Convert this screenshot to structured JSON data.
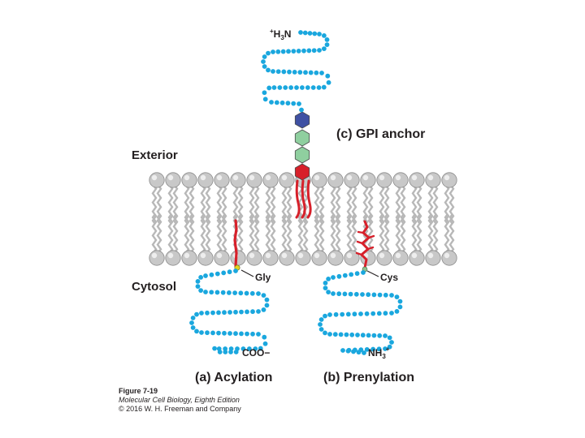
{
  "labels": {
    "exterior": "Exterior",
    "cytosol": "Cytosol",
    "gpi_anchor": "(c) GPI anchor",
    "acylation": "(a) Acylation",
    "prenylation": "(b) Prenylation",
    "gly": "Gly",
    "cys": "Cys",
    "n_terminus_top": {
      "main": "H",
      "sub": "3",
      "tail": "N",
      "sup": "+"
    },
    "c_terminus": "COO−",
    "n_terminus_bottom": {
      "main": "NH",
      "sub": "3",
      "sup": "+"
    }
  },
  "caption": {
    "figure": "Figure 7-19",
    "book": "Molecular Cell Biology, Eighth Edition",
    "copyright": "© 2016 W. H. Freeman and Company"
  },
  "colors": {
    "peptide_bead": "#1aa7de",
    "lipid_anchor": "#d7202a",
    "head_group": "#c8c8c8",
    "fatty_tail": "#b8b8b8",
    "gpi_blue_hexagon": "#3f51a3",
    "gpi_green_hexagon": "#8fcf9f",
    "gpi_red_hexagon": "#d7202a",
    "linkage_point": "#e3d21c"
  }
}
